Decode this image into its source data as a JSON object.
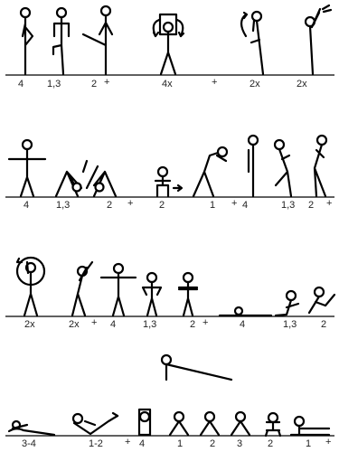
{
  "rows": [
    {
      "counts": [
        "4",
        "1,3",
        "2",
        "+",
        "4x",
        "+",
        "2x",
        "2x"
      ]
    },
    {
      "counts": [
        "4",
        "1,3",
        "2",
        "+",
        "2",
        "1",
        "+",
        "4",
        "1,3",
        "2",
        "+"
      ]
    },
    {
      "counts": [
        "2x",
        "2x",
        "+",
        "4",
        "1,3",
        "2",
        "+",
        "4",
        "1,3",
        "2"
      ]
    },
    {
      "counts": [
        "3-4",
        "1-2",
        "+",
        "4",
        "1",
        "2",
        "3",
        "2",
        "1",
        "+"
      ]
    }
  ],
  "colors": {
    "ink": "#000000",
    "paper": "#ffffff",
    "mat": "#e6e6e6"
  }
}
